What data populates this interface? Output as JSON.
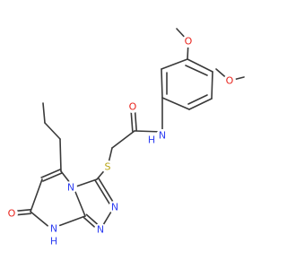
{
  "colors": {
    "bond": "#3a3a3a",
    "O": "#e8231c",
    "N": "#2f3ff2",
    "S": "#b8a514",
    "background": "#ffffff"
  },
  "atom_labels": {
    "o_methoxy_top": "O",
    "o_methoxy_right": "O",
    "o_amide": "O",
    "o_ketone": "O",
    "n_amide": "N",
    "h_amide": "H",
    "s_thioether": "S",
    "n_ring_fusion": "N",
    "n_triazole_1": "N",
    "n_triazole_2": "N",
    "n_nh": "N",
    "h_nh": "H"
  }
}
